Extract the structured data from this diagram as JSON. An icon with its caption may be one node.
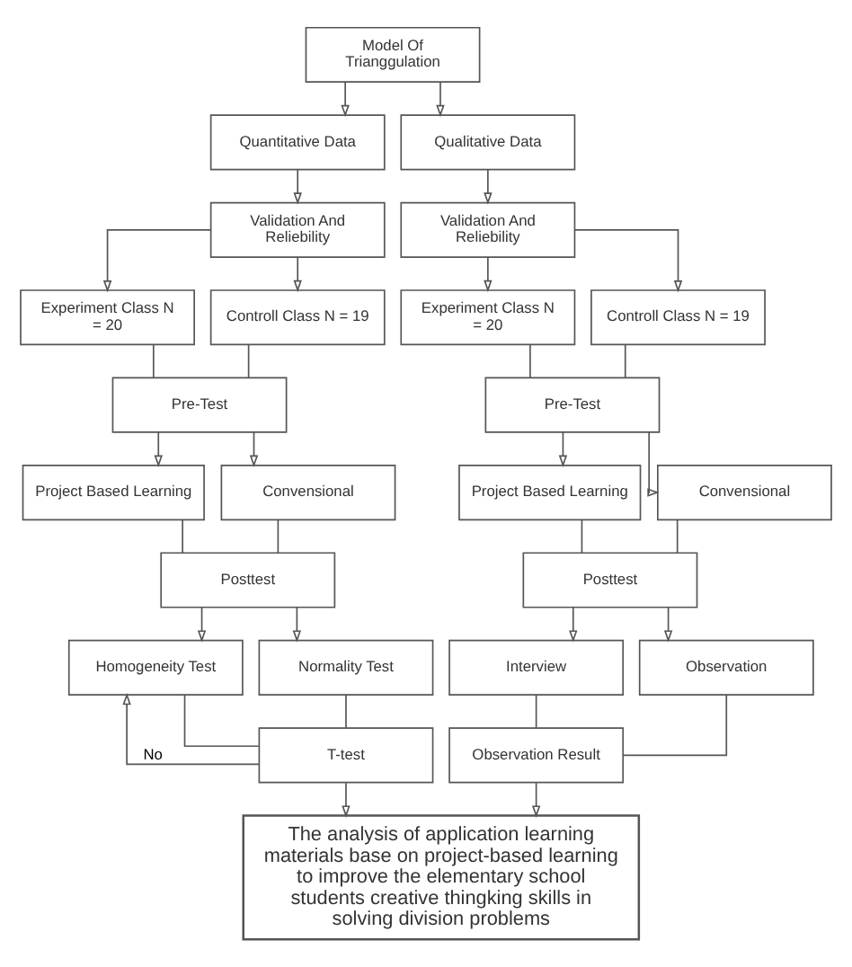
{
  "diagram": {
    "nodes": [
      {
        "text": [
          "Model Of Trianggulation"
        ]
      },
      {
        "text": [
          "Quantitative Data"
        ]
      },
      {
        "text": [
          "Qualitative Data"
        ]
      },
      {
        "text": [
          "Validation And Reliebility"
        ]
      },
      {
        "text": [
          "Validation And Reliebility"
        ]
      },
      {
        "text": [
          "Experiment Class N = 20"
        ]
      },
      {
        "text": [
          "Controll Class N = 19"
        ]
      },
      {
        "text": [
          "Experiment Class N = 20"
        ]
      },
      {
        "text": [
          "Controll Class N = 19"
        ]
      },
      {
        "text": [
          "Pre-Test"
        ]
      },
      {
        "text": [
          "Pre-Test"
        ]
      },
      {
        "text": [
          "Project Based Learning"
        ]
      },
      {
        "text": [
          "Convensional"
        ]
      },
      {
        "text": [
          "Project Based Learning"
        ]
      },
      {
        "text": [
          "Convensional"
        ]
      },
      {
        "text": [
          "Posttest"
        ]
      },
      {
        "text": [
          "Posttest"
        ]
      },
      {
        "text": [
          "Homogeneity Test"
        ]
      },
      {
        "text": [
          "Normality Test"
        ]
      },
      {
        "text": [
          "Interview"
        ]
      },
      {
        "text": [
          "Observation"
        ]
      },
      {
        "text": [
          "T-test"
        ]
      },
      {
        "text": [
          "Observation Result"
        ]
      },
      {
        "text": [
          "The analysis of application learning materials base on project-based learning to improve the elementary school students creative thingking skills in solving division problems"
        ]
      }
    ],
    "edges": [
      {
        "from": 0,
        "to": 1,
        "arrow": "to"
      },
      {
        "from": 0,
        "to": 2,
        "arrow": "to"
      },
      {
        "from": 1,
        "to": 3,
        "arrow": "to"
      },
      {
        "from": 2,
        "to": 4,
        "arrow": "to"
      },
      {
        "from": 3,
        "to": 5,
        "arrow": "to"
      },
      {
        "from": 3,
        "to": 6,
        "arrow": "to"
      },
      {
        "from": 4,
        "to": 7,
        "arrow": "to"
      },
      {
        "from": 4,
        "to": 8,
        "arrow": "to"
      },
      {
        "from": 5,
        "to": 9,
        "arrow": "none"
      },
      {
        "from": 6,
        "to": 9,
        "arrow": "none"
      },
      {
        "from": 7,
        "to": 10,
        "arrow": "none"
      },
      {
        "from": 8,
        "to": 10,
        "arrow": "none"
      },
      {
        "from": 9,
        "to": 11,
        "arrow": "to"
      },
      {
        "from": 9,
        "to": 12,
        "arrow": "to"
      },
      {
        "from": 10,
        "to": 13,
        "arrow": "to"
      },
      {
        "from": 10,
        "to": 14,
        "arrow": "to"
      },
      {
        "from": 11,
        "to": 15,
        "arrow": "none"
      },
      {
        "from": 12,
        "to": 15,
        "arrow": "none"
      },
      {
        "from": 13,
        "to": 16,
        "arrow": "none"
      },
      {
        "from": 14,
        "to": 16,
        "arrow": "none"
      },
      {
        "from": 15,
        "to": 17,
        "arrow": "to"
      },
      {
        "from": 15,
        "to": 18,
        "arrow": "to"
      },
      {
        "from": 16,
        "to": 19,
        "arrow": "to"
      },
      {
        "from": 16,
        "to": 20,
        "arrow": "to"
      },
      {
        "from": 17,
        "to": 21,
        "arrow": "none"
      },
      {
        "from": 18,
        "to": 21,
        "arrow": "none"
      },
      {
        "from": 19,
        "to": 22,
        "arrow": "none"
      },
      {
        "from": 20,
        "to": 22,
        "arrow": "none"
      },
      {
        "from": 21,
        "to": 23,
        "arrow": "to"
      },
      {
        "from": 22,
        "to": 23,
        "arrow": "to"
      },
      {
        "from": 21,
        "to": 17,
        "arrow": "to",
        "label": "No"
      }
    ]
  }
}
